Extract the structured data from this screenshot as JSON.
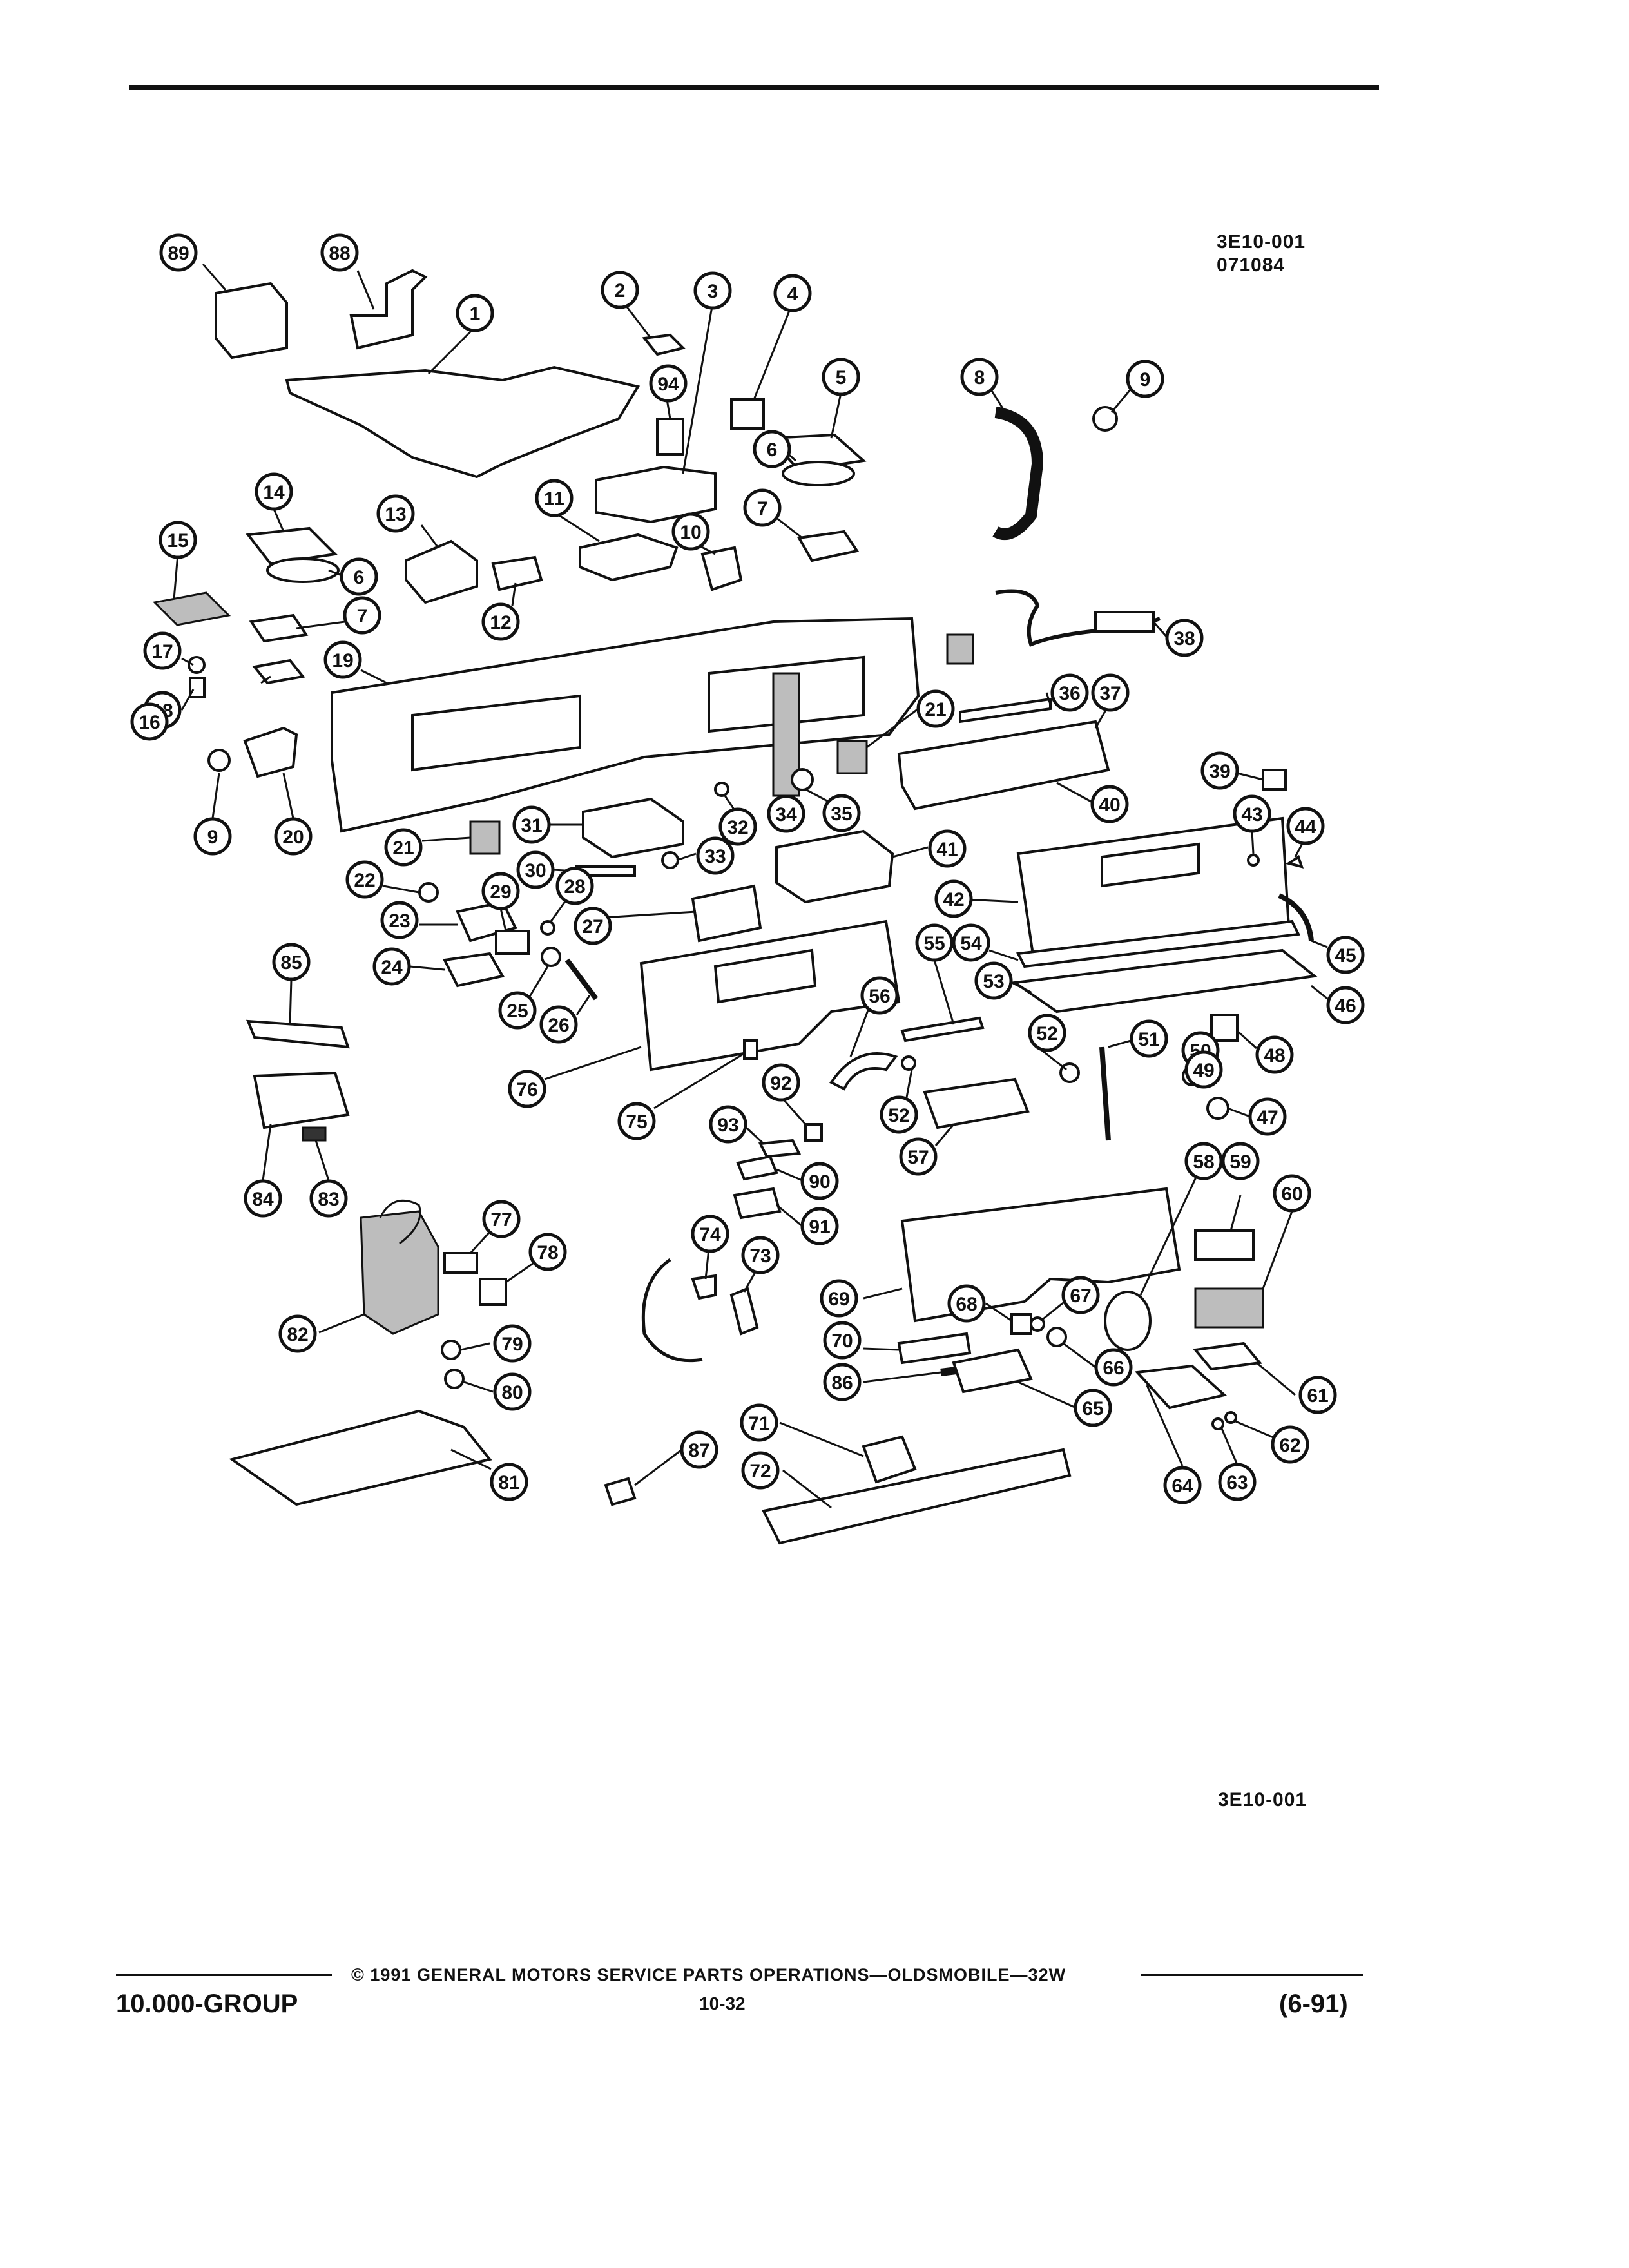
{
  "figure": {
    "code_top": "3E10-001",
    "date_code": "071084",
    "code_bottom": "3E10-001"
  },
  "callout_numbers": [
    "89",
    "88",
    "1",
    "2",
    "3",
    "4",
    "94",
    "5",
    "6",
    "8",
    "9",
    "14",
    "15",
    "13",
    "11",
    "10",
    "7",
    "6",
    "7",
    "12",
    "17",
    "18",
    "19",
    "16",
    "9",
    "20",
    "38",
    "21",
    "36",
    "37",
    "39",
    "31",
    "32",
    "34",
    "35",
    "40",
    "43",
    "44",
    "21",
    "30",
    "33",
    "41",
    "22",
    "29",
    "28",
    "27",
    "42",
    "23",
    "55",
    "54",
    "45",
    "24",
    "25",
    "26",
    "56",
    "53",
    "46",
    "85",
    "52",
    "51",
    "50",
    "48",
    "49",
    "47",
    "76",
    "75",
    "92",
    "93",
    "52",
    "57",
    "90",
    "91",
    "58",
    "59",
    "60",
    "84",
    "83",
    "77",
    "74",
    "73",
    "78",
    "69",
    "68",
    "67",
    "82",
    "70",
    "66",
    "79",
    "86",
    "65",
    "80",
    "61",
    "87",
    "71",
    "64",
    "63",
    "62",
    "81",
    "72"
  ],
  "footer": {
    "copyright": "© 1991 GENERAL MOTORS SERVICE PARTS OPERATIONS—OLDSMOBILE—32W",
    "group": "10.000-GROUP",
    "page": "10-32",
    "revision": "(6-91)"
  }
}
